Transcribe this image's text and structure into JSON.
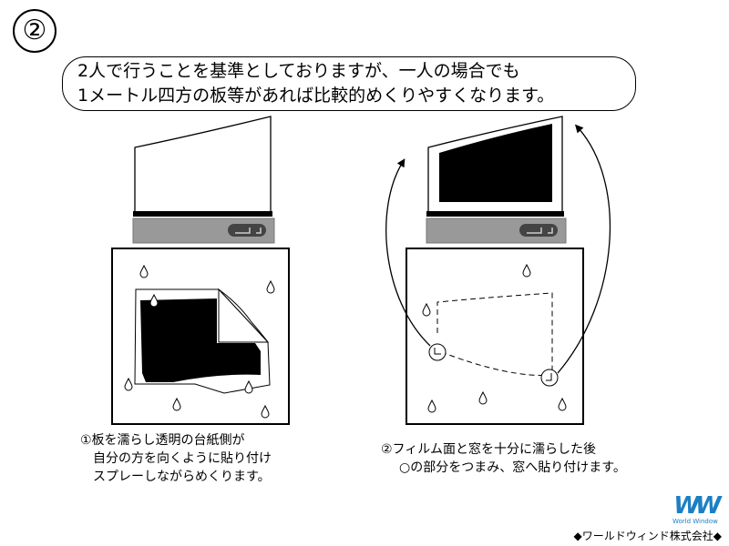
{
  "step_number": "②",
  "banner": {
    "line1": "2人で行うことを基準としておりますが、一人の場合でも",
    "line2": "1メートル四方の板等があれば比較的めくりやすくなります。"
  },
  "caption_left": {
    "line1": "①板を濡らし透明の台紙側が",
    "line2": "自分の方を向くように貼り付け",
    "line3": "スプレーしながらめくります。"
  },
  "caption_right": {
    "line1": "②フィルム面と窓を十分に濡らした後",
    "line2": "○の部分をつまみ、窓へ貼り付けます。"
  },
  "logo": {
    "mark": "WW",
    "sub": "World Window"
  },
  "footer": "◆ワールドウィンド株式会社◆"
}
